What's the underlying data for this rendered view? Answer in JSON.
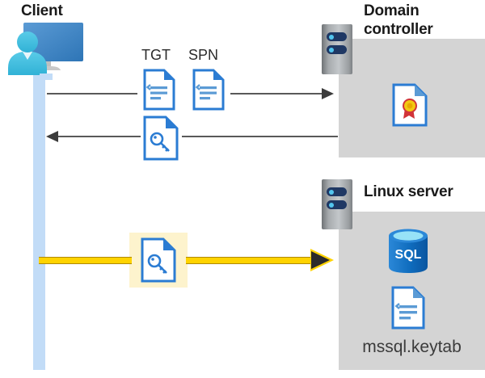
{
  "diagram": {
    "type": "kerberos-authentication-flow",
    "background": "#ffffff",
    "colors": {
      "panel_gray": "#d4d4d4",
      "lifeline_blue": "#c2dcf7",
      "highlight_yellow": "#fdf3cd",
      "arrow_yellow": "#ffd300",
      "arrow_gray": "#595959",
      "doc_blue": "#2b7cd3",
      "server_navy": "#1f3864",
      "cert_gold": "#f2c811",
      "cert_red": "#d13438",
      "sql_blue": "#0078d4"
    }
  },
  "actors": {
    "client": {
      "title": "Client",
      "icon": "user-at-computer-icon"
    },
    "domain_controller": {
      "title": "Domain controller",
      "title_line_1": "Domain",
      "title_line_2": "controller",
      "server_icon": "server-rack-icon",
      "contents": [
        {
          "icon": "certificate-icon",
          "label": ""
        }
      ]
    },
    "linux_server": {
      "title": "Linux server",
      "server_icon": "server-rack-icon",
      "contents": [
        {
          "icon": "sql-database-icon",
          "label": "SQL"
        },
        {
          "icon": "document-icon",
          "label": "mssql.keytab"
        }
      ]
    }
  },
  "messages": [
    {
      "id": "request",
      "direction": "client-to-domain-controller",
      "style": "gray-arrow",
      "artifacts": [
        {
          "label": "TGT",
          "icon": "document-lines-icon"
        },
        {
          "label": "SPN",
          "icon": "document-lines-icon"
        }
      ]
    },
    {
      "id": "response",
      "direction": "domain-controller-to-client",
      "style": "gray-arrow",
      "artifacts": [
        {
          "label": "",
          "icon": "document-key-icon"
        }
      ]
    },
    {
      "id": "service-ticket",
      "direction": "client-to-linux-server",
      "style": "yellow-arrow-highlighted",
      "artifacts": [
        {
          "label": "",
          "icon": "document-key-icon"
        }
      ]
    }
  ]
}
